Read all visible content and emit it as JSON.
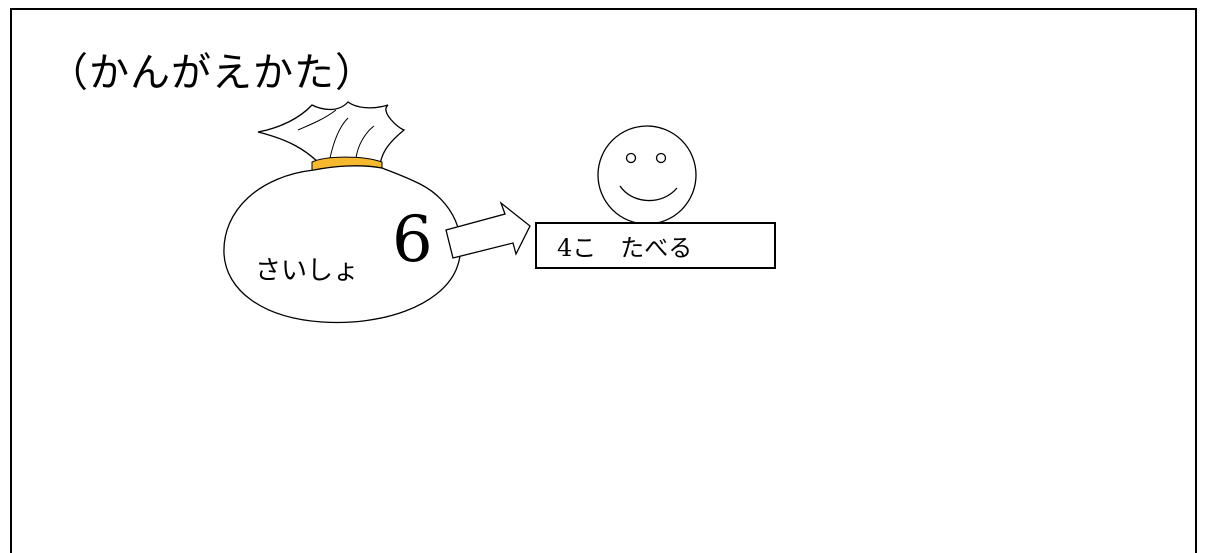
{
  "heading": "（かんがえかた）",
  "bag": {
    "label": "さいしょ",
    "number": "6",
    "tie_color": "#f5b82e"
  },
  "eat_box": {
    "text": "4こ　たべる"
  },
  "icons": {
    "bag": "candy-bag-icon",
    "face": "smiley-face-icon",
    "arrow": "right-arrow-icon"
  }
}
